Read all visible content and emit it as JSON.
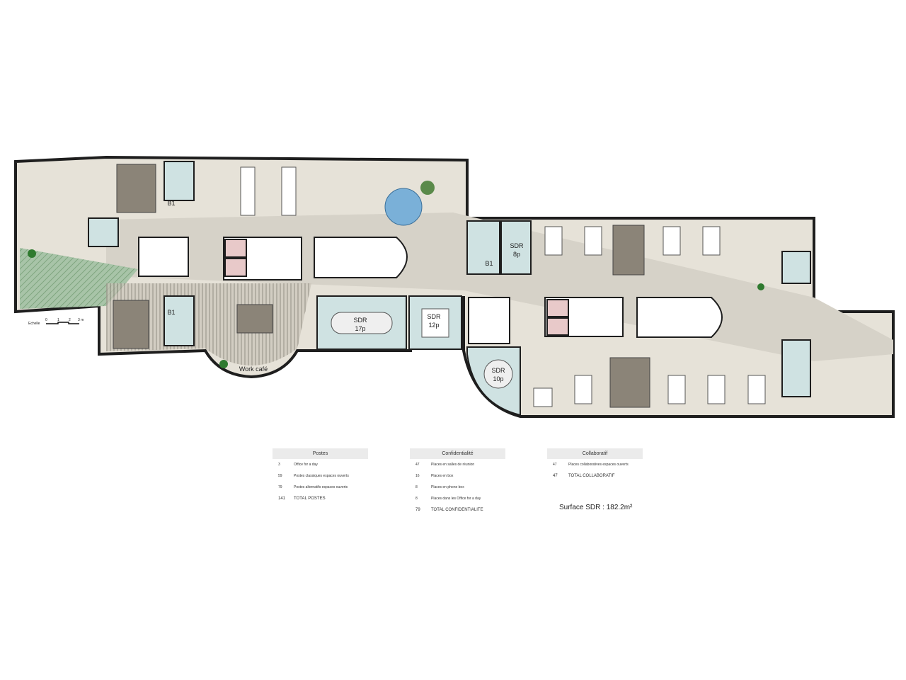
{
  "plan": {
    "rooms": [
      "B1",
      "B1",
      "B1",
      "SDR\n8p",
      "SDR\n17p",
      "SDR\n12p",
      "SDR\n10p",
      "Work café"
    ],
    "room_labels": {
      "b1_top": "B1",
      "b1_bottom": "B1",
      "b1_right": "B1",
      "sdr8_a": "SDR",
      "sdr8_b": "8p",
      "sdr17_a": "SDR",
      "sdr17_b": "17p",
      "sdr12_a": "SDR",
      "sdr12_b": "12p",
      "sdr10_a": "SDR",
      "sdr10_b": "10p",
      "work_cafe": "Work café"
    },
    "scale": {
      "label": "Echelle",
      "ticks": [
        "0",
        "1",
        "2",
        "3 m"
      ]
    },
    "colors": {
      "floor": "#e6e2d8",
      "wall": "#1e1e1e",
      "meeting": "#cfe2e2",
      "green": "#8fb58f",
      "desk": "#ffffff"
    }
  },
  "legend": {
    "postes": {
      "title": "Postes",
      "rows": [
        {
          "n": "3",
          "label": "Office for a day"
        },
        {
          "n": "59",
          "label": "Postes classiques espaces ouverts"
        },
        {
          "n": "79",
          "label": "Postes alternatifs espaces ouverts"
        },
        {
          "n": "141",
          "label": "TOTAL POSTES"
        }
      ]
    },
    "confidentialite": {
      "title": "Confidentialité",
      "rows": [
        {
          "n": "47",
          "label": "Places en salles de réunion"
        },
        {
          "n": "16",
          "label": "Places en box"
        },
        {
          "n": "8",
          "label": "Places en phone box"
        },
        {
          "n": "8",
          "label": "Places dans les Office for a day"
        },
        {
          "n": "79",
          "label": "TOTAL CONFIDENTIALITE"
        }
      ]
    },
    "collaboratif": {
      "title": "Collaboratif",
      "rows": [
        {
          "n": "47",
          "label": "Places collaboratives espaces ouverts"
        },
        {
          "n": "47",
          "label": "TOTAL COLLABORATIF"
        }
      ]
    },
    "surface": "Surface SDR : 182.2m²"
  }
}
